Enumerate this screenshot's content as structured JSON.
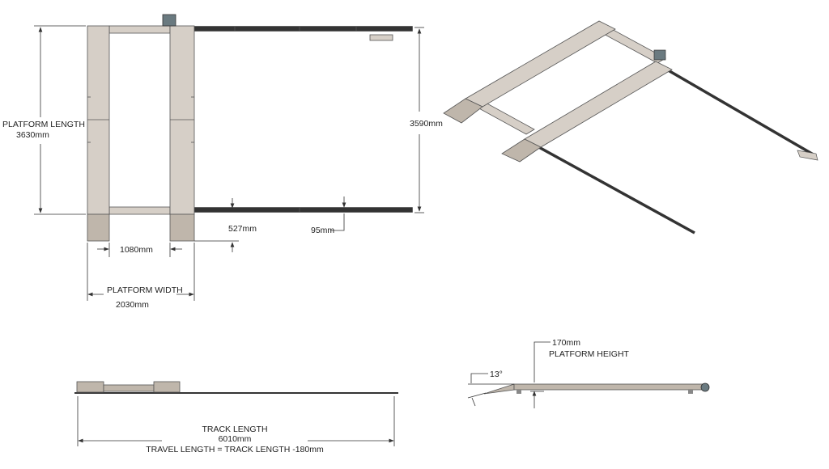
{
  "top_view": {
    "platform_length_label": "PLATFORM LENGTH",
    "platform_length_value": "3630mm",
    "track_span_value": "3590mm",
    "offset_value": "527mm",
    "rail_width_value": "95mm",
    "inner_gap_value": "1080mm",
    "platform_width_label": "PLATFORM WIDTH",
    "platform_width_value": "2030mm"
  },
  "side_view": {
    "track_length_label": "TRACK LENGTH",
    "track_length_value": "6010mm",
    "travel_length_note": "TRAVEL LENGTH = TRACK LENGTH -180mm"
  },
  "end_view": {
    "platform_height_value": "170mm",
    "platform_height_label": "PLATFORM HEIGHT",
    "ramp_angle": "13°"
  },
  "colors": {
    "platform": "#d6cfc7",
    "platform_shadow": "#bfb6ab",
    "rail": "#333333",
    "dimension_lines": "#333333"
  }
}
